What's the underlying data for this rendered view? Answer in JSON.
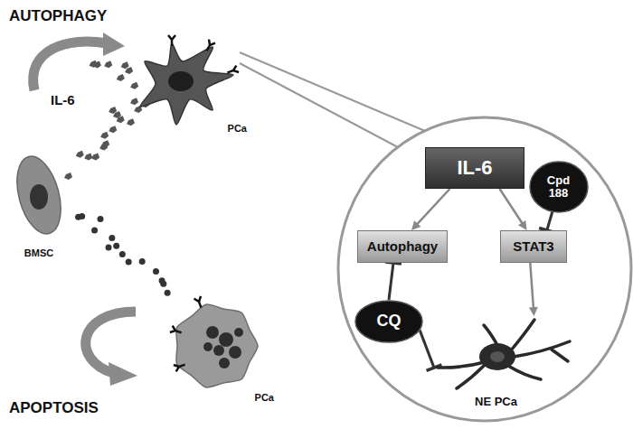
{
  "diagram": {
    "nodes": [
      {
        "text": [
          "PCa"
        ]
      },
      {
        "text": [
          "BMSC"
        ]
      },
      {
        "text": [
          "PCa"
        ]
      },
      {
        "text": [
          "IL-6"
        ]
      },
      {
        "text": [
          "Cpd 188"
        ]
      },
      {
        "text": [
          "Autophagy"
        ]
      },
      {
        "text": [
          "STAT3"
        ]
      },
      {
        "text": [
          "CQ"
        ]
      },
      {
        "text": [
          "NE PCa"
        ]
      }
    ],
    "edges": [
      {
        "from": 3,
        "to": 5,
        "arrow": "to"
      },
      {
        "from": 3,
        "to": 6,
        "arrow": "to"
      },
      {
        "from": 4,
        "to": 6,
        "arrow": "to"
      },
      {
        "from": 7,
        "to": 5,
        "arrow": "to"
      },
      {
        "from": 6,
        "to": 8,
        "arrow": "to"
      },
      {
        "from": 7,
        "to": 8,
        "arrow": "to"
      }
    ],
    "labels": [
      "AUTOPHAGY",
      "IL-6",
      "APOPTOSIS"
    ]
  }
}
